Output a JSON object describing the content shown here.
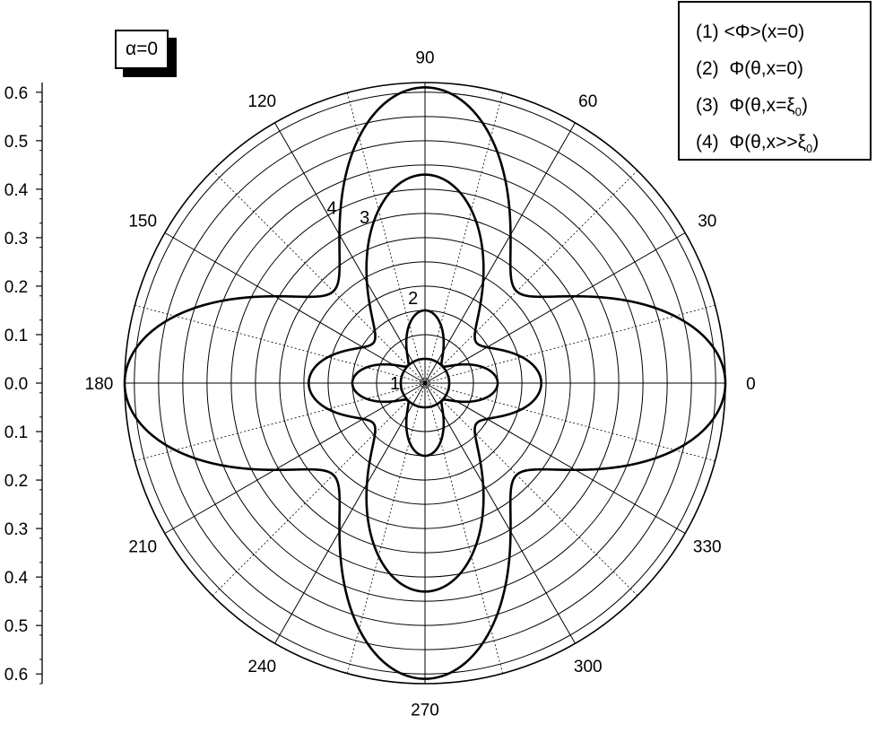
{
  "panel_label": "α=0",
  "legend": [
    {
      "number": "(1)",
      "text": "<Φ>(x=0)"
    },
    {
      "number": "(2)",
      "text": "Φ(θ,x=0)"
    },
    {
      "number": "(3)",
      "text": "Φ(θ,x=ξ",
      "sub": "0",
      "close": ")"
    },
    {
      "number": "(4)",
      "text": "Φ(θ,x>>ξ",
      "sub": "0",
      "close": ")"
    }
  ],
  "chart_data": {
    "type": "polar-line",
    "radial_axis": {
      "range": [
        0,
        0.62
      ],
      "ticks": [
        "0.6",
        "0.5",
        "0.4",
        "0.3",
        "0.2",
        "0.1",
        "0.0",
        "0.1",
        "0.2",
        "0.3",
        "0.4",
        "0.5",
        "0.6"
      ],
      "tick_values": [
        0.6,
        0.5,
        0.4,
        0.3,
        0.2,
        0.1,
        0.0,
        0.1,
        0.2,
        0.3,
        0.4,
        0.5,
        0.6
      ],
      "tick_signs": [
        1,
        1,
        1,
        1,
        1,
        1,
        0,
        -1,
        -1,
        -1,
        -1,
        -1,
        -1
      ],
      "grid_rings": [
        0.05,
        0.1,
        0.15,
        0.2,
        0.25,
        0.3,
        0.35,
        0.4,
        0.45,
        0.5,
        0.55,
        0.6
      ]
    },
    "angular_axis": {
      "unit": "degrees",
      "labels": [
        "0",
        "30",
        "60",
        "90",
        "120",
        "150",
        "180",
        "210",
        "240",
        "270",
        "300",
        "330"
      ],
      "solid_spokes_every": 30,
      "dotted_spokes_every": 15
    },
    "series": [
      {
        "label": "1",
        "model": "constant",
        "radius": 0.05,
        "label_angle": 180
      },
      {
        "label": "2",
        "model": "cos2(2θ) ring",
        "base": 0.05,
        "amplitude": 0.1,
        "label_angle": 98
      },
      {
        "label": "3",
        "model": "r = A·cos²θ^p + B·sin²θ^p",
        "horizontal": 0.24,
        "vertical": 0.43,
        "shape_exponent": 2.2,
        "label_angle": 110
      },
      {
        "label": "4",
        "model": "r = A·cos²θ^p + B·sin²θ^p",
        "horizontal": 0.62,
        "vertical": 0.61,
        "shape_exponent": 2.2,
        "label_angle": 118
      }
    ],
    "grid": true
  }
}
